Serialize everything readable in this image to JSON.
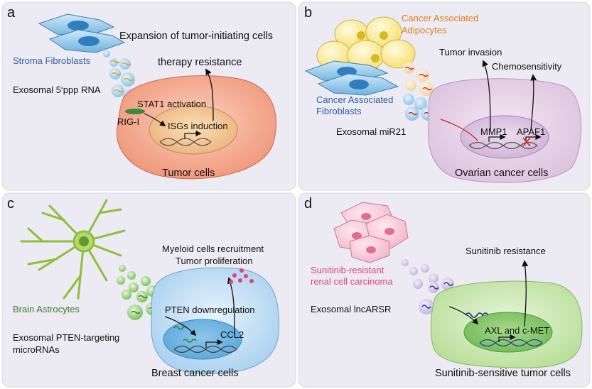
{
  "panels": [
    {
      "letter": "a",
      "source_label": "Stroma Fibroblasts",
      "source_color": "#2e5fa6",
      "vesicle_label": "Exosomal 5‘ppp RNA",
      "effects": [
        "Expansion of tumor-initiating cells",
        "therapy resistance"
      ],
      "pathway": [
        "STAT1 activation",
        "RIG-I",
        "ISGs induction"
      ],
      "target_label": "Tumor cells"
    },
    {
      "letter": "b",
      "source_label": "Cancer Associated Adipocytes",
      "source_color": "#e07b1a",
      "source2_label": "Cancer Associated Fibroblasts",
      "source2_color": "#2e5fa6",
      "vesicle_label": "Exosomal miR21",
      "effects": [
        "Tumor invasion",
        "Chemosensitivity"
      ],
      "genes": [
        "MMP1",
        "APAF1"
      ],
      "target_label": "Ovarian cancer cells"
    },
    {
      "letter": "c",
      "source_label": "Brain Astrocytes",
      "source_color": "#3a7d2a",
      "vesicle_label": "Exosomal PTEN-targeting microRNAs",
      "effects": [
        "Myeloid cells recruitment",
        "Tumor proliferation"
      ],
      "pathway": [
        "PTEN downregulation",
        "CCL2"
      ],
      "target_label": "Breast cancer cells"
    },
    {
      "letter": "d",
      "source_label": "Sunitinib-resistant renal cell carcinoma",
      "source_color": "#e0447a",
      "vesicle_label": "Exosomal lncARSR",
      "effects": [
        "Sunitinib resistance"
      ],
      "genes": [
        "AXL and c-MET"
      ],
      "target_label": "Sunitinib-sensitive tumor cells"
    }
  ]
}
